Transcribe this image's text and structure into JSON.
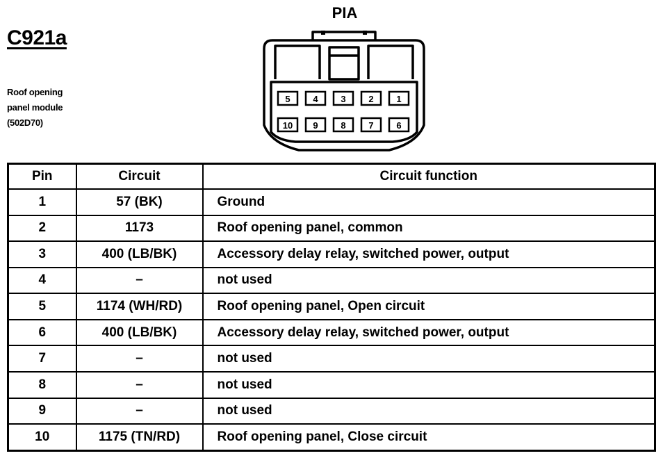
{
  "connector": {
    "id": "C921a",
    "description_lines": [
      "Roof opening",
      "panel module",
      "(502D70)"
    ],
    "view_label": "PIA",
    "cavities_top": [
      "5",
      "4",
      "3",
      "2",
      "1"
    ],
    "cavities_bottom": [
      "10",
      "9",
      "8",
      "7",
      "6"
    ]
  },
  "table": {
    "headers": {
      "pin": "Pin",
      "circuit": "Circuit",
      "function": "Circuit function"
    },
    "rows": [
      {
        "pin": "1",
        "circuit": "57 (BK)",
        "function": "Ground"
      },
      {
        "pin": "2",
        "circuit": "1173",
        "function": "Roof opening panel, common"
      },
      {
        "pin": "3",
        "circuit": "400 (LB/BK)",
        "function": "Accessory delay relay, switched power, output"
      },
      {
        "pin": "4",
        "circuit": "–",
        "function": "not used"
      },
      {
        "pin": "5",
        "circuit": "1174 (WH/RD)",
        "function": "Roof opening panel, Open circuit"
      },
      {
        "pin": "6",
        "circuit": "400 (LB/BK)",
        "function": "Accessory delay relay, switched power, output"
      },
      {
        "pin": "7",
        "circuit": "–",
        "function": "not used"
      },
      {
        "pin": "8",
        "circuit": "–",
        "function": "not used"
      },
      {
        "pin": "9",
        "circuit": "–",
        "function": "not used"
      },
      {
        "pin": "10",
        "circuit": "1175 (TN/RD)",
        "function": "Roof opening panel, Close circuit"
      }
    ]
  }
}
